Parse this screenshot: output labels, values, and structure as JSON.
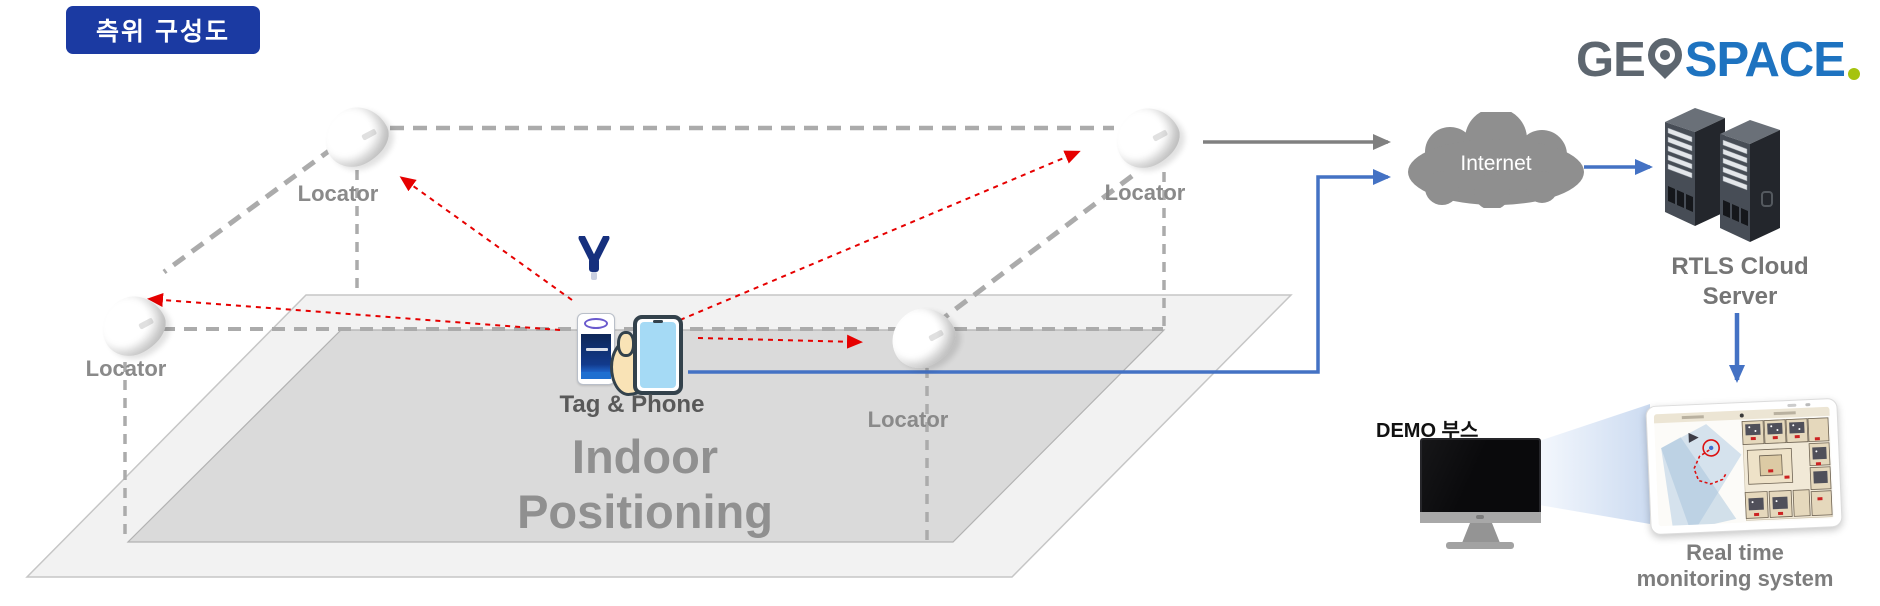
{
  "badge": {
    "label": "측위 구성도"
  },
  "logo": {
    "text_left": "GE",
    "text_right": "SPACE",
    "dot": "."
  },
  "locators": {
    "labels": [
      "Locator",
      "Locator",
      "Locator",
      "Locator"
    ]
  },
  "indoor_area": {
    "tag_phone_label": "Tag & Phone",
    "title_line1": "Indoor",
    "title_line2": "Positioning"
  },
  "cloud": {
    "label": "Internet"
  },
  "server": {
    "line1": "RTLS Cloud",
    "line2": "Server"
  },
  "demo_booth": {
    "label": "DEMO 부스"
  },
  "monitoring": {
    "line1": "Real time",
    "line2": "monitoring system"
  },
  "colors": {
    "accent_blue": "#4472c4",
    "signal_red": "#e60000",
    "badge_blue": "#1b3aa2",
    "logo_gray": "#5d666f",
    "logo_blue": "#1e73c0",
    "logo_green": "#a6c30f",
    "connector_gray": "#ababab",
    "floor_outer": "#f2f2f2",
    "floor_inner": "#dadada"
  }
}
